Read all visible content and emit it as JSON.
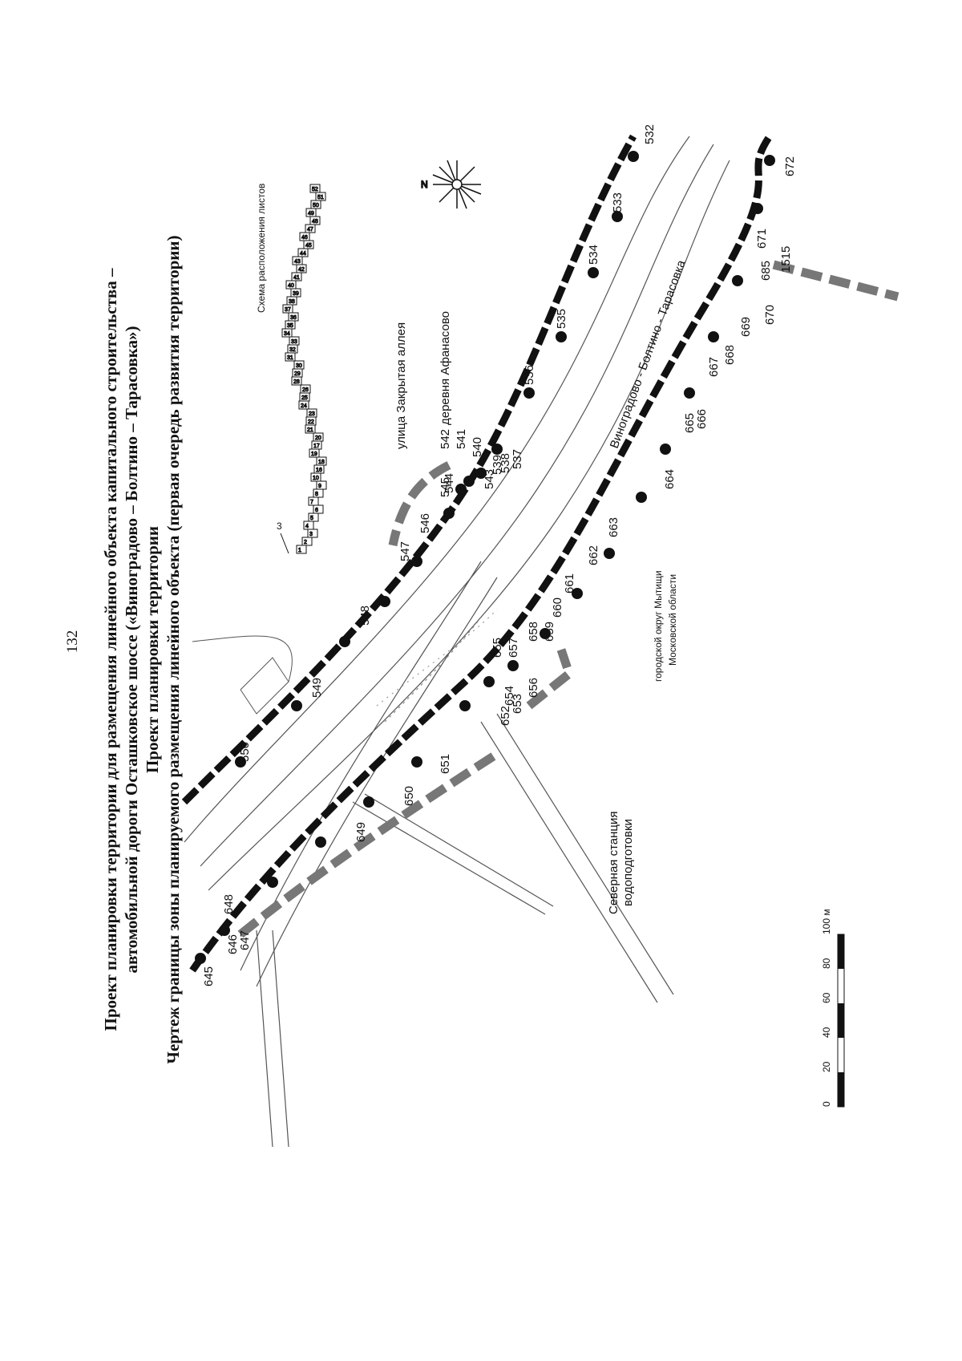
{
  "page_number": "132",
  "title": {
    "line1": "Проект планировки территории для размещения линейного объекта капитального строительства –",
    "line2": "автомобильной дороги Осташковское шоссе («Виноградово – Болтино – Тарасовка»)",
    "line3": "Проект планировки территории",
    "line4": "Чертеж границы зоны планируемого размещения линейного объекта (первая очередь развития территории)"
  },
  "inset": {
    "title": "Схема расположения листов",
    "pointer_label": "3",
    "sheets": [
      "1",
      "2",
      "3",
      "4",
      "5",
      "6",
      "7",
      "8",
      "9",
      "10",
      "16",
      "18",
      "19",
      "17",
      "20",
      "21",
      "22",
      "23",
      "24",
      "25",
      "26",
      "28",
      "29",
      "30",
      "31",
      "32",
      "33",
      "34",
      "35",
      "36",
      "37",
      "38",
      "39",
      "40",
      "41",
      "42",
      "43",
      "44",
      "45",
      "46",
      "47",
      "48",
      "49",
      "50",
      "51",
      "52"
    ]
  },
  "north_label": "N",
  "labels": {
    "alley": "улица Закрытая аллея",
    "village": "деревня Афанасово",
    "road": "Виноградово - Болтино - Тарасовка",
    "district_line1": "городской округ Мытищи",
    "district_line2": "Московской области",
    "station_line1": "Северная станция",
    "station_line2": "водоподготовки"
  },
  "points_top": [
    "532",
    "533",
    "534",
    "535",
    "536",
    "537",
    "538",
    "539",
    "540",
    "541",
    "542",
    "543",
    "544",
    "545",
    "546",
    "547",
    "548",
    "549",
    "550"
  ],
  "points_bottom": [
    "645",
    "646",
    "647",
    "648",
    "649",
    "650",
    "651",
    "652",
    "653",
    "654",
    "655",
    "656",
    "657",
    "658",
    "659",
    "660",
    "661",
    "662",
    "663",
    "664",
    "665",
    "666",
    "667",
    "668",
    "669",
    "670",
    "671",
    "672",
    "685",
    "1515"
  ],
  "scale": {
    "ticks": [
      "0",
      "20",
      "40",
      "60",
      "80",
      "100 м"
    ]
  },
  "colors": {
    "boundary": "#111111",
    "dashed_boundary": "#777777",
    "road_line": "#555555"
  }
}
